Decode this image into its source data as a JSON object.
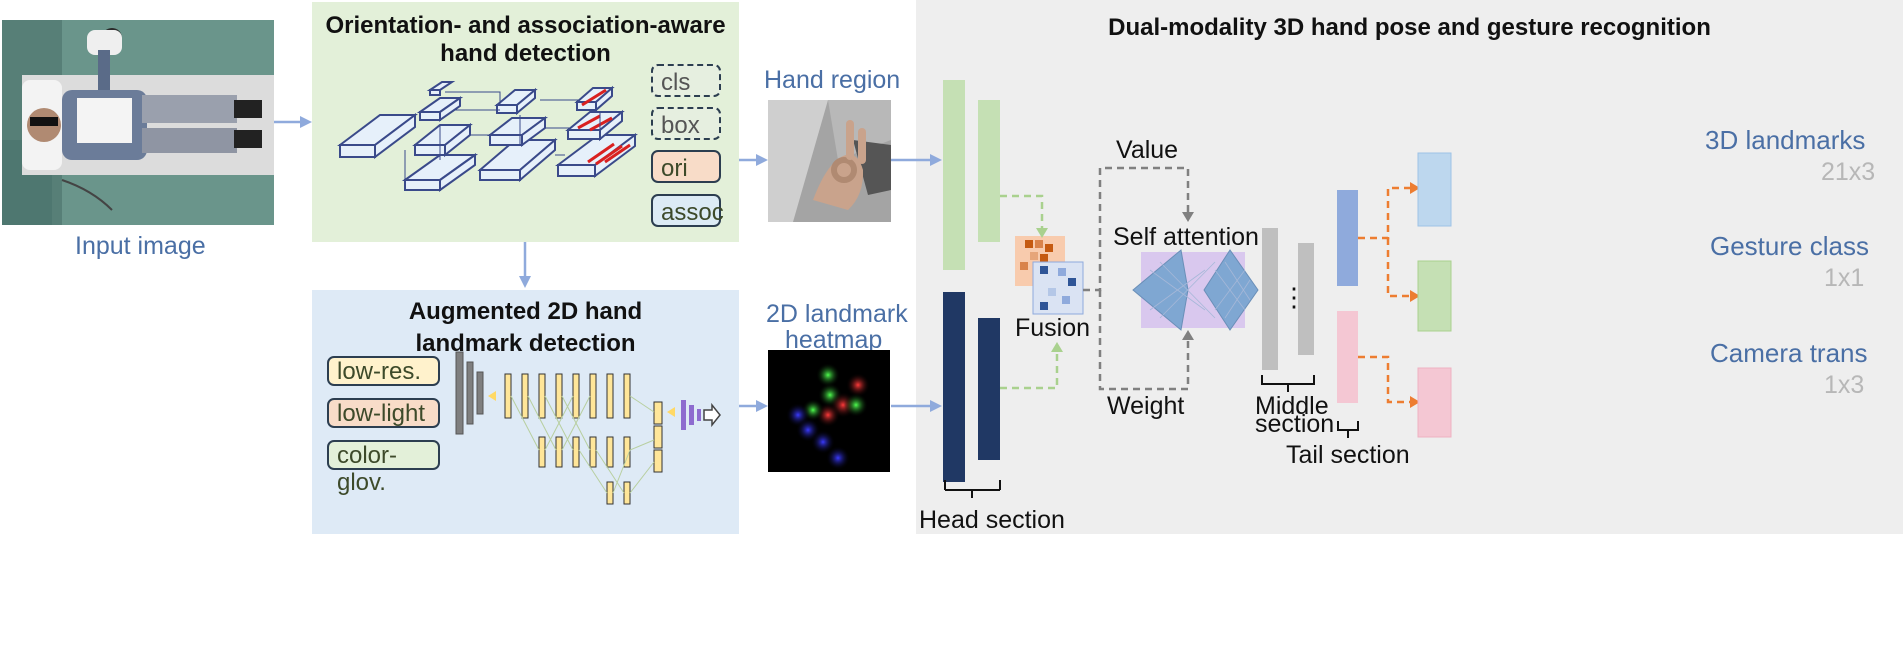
{
  "input": {
    "caption": "Input image"
  },
  "detection": {
    "title_line1": "Orientation- and association-aware",
    "title_line2": "hand detection",
    "chips": [
      "cls",
      "box",
      "ori",
      "assoc"
    ]
  },
  "landmark2d": {
    "title_line1": "Augmented 2D hand",
    "title_line2": "landmark detection",
    "chips": [
      "low-res.",
      "low-light",
      "color-glov."
    ]
  },
  "hand_region": {
    "caption": "Hand region"
  },
  "heatmap": {
    "caption_line1": "2D landmark",
    "caption_line2": "heatmap"
  },
  "recognition": {
    "title": "Dual-modality 3D hand pose and gesture recognition",
    "value_label": "Value",
    "weight_label": "Weight",
    "self_attention_label": "Self attention",
    "fusion_label": "Fusion",
    "ellipsis": "⋮",
    "head_section": "Head section",
    "middle_section_line1": "Middle",
    "middle_section_line2": "section",
    "tail_section": "Tail section",
    "outputs": [
      {
        "name": "3D landmarks",
        "dims": "21x3"
      },
      {
        "name": "Gesture class",
        "dims": "1x1"
      },
      {
        "name": "Camera trans",
        "dims": "1x3"
      }
    ]
  },
  "colors": {
    "detection_bg": "#e3f0d9",
    "landmark_bg": "#deeaf6",
    "recognition_bg": "#eeeeee",
    "arrow_blue": "#8faadc",
    "arrow_green": "#a9d18e",
    "arrow_orange": "#ed7d31",
    "arrow_gray": "#808080"
  }
}
